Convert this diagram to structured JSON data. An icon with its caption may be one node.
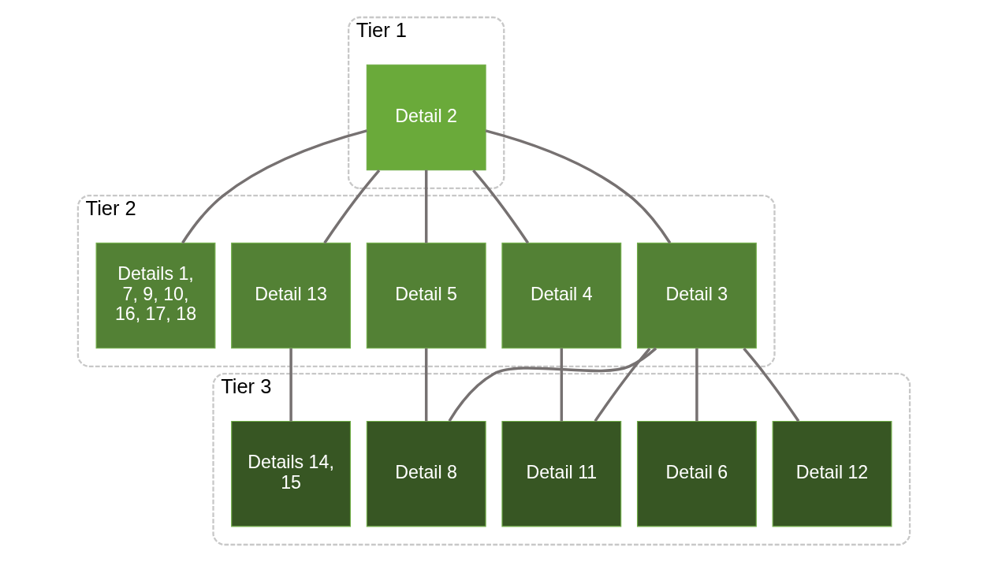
{
  "diagram": {
    "nodes": [
      {
        "text": [
          "Tier 1"
        ]
      },
      {
        "text": [
          "Detail 2"
        ],
        "in": 0
      },
      {
        "text": [
          "Tier 2"
        ]
      },
      {
        "text": [
          "Detail 3"
        ],
        "in": 2
      },
      {
        "text": [
          "Detail 4"
        ],
        "in": 2
      },
      {
        "text": [
          "Detail 5"
        ],
        "in": 2
      },
      {
        "text": [
          "Detail 13"
        ],
        "in": 2
      },
      {
        "text": [
          "Details 1, 7, 9, 10, 16, 17, 18"
        ],
        "in": 2
      },
      {
        "text": [
          "Tier 3"
        ]
      },
      {
        "text": [
          "Detail 6"
        ],
        "in": 8
      },
      {
        "text": [
          "Detail 8"
        ],
        "in": 8
      },
      {
        "text": [
          "Detail 11"
        ],
        "in": 8
      },
      {
        "text": [
          "Detail 12"
        ],
        "in": 8
      },
      {
        "text": [
          "Details 14, 15"
        ],
        "in": 8
      }
    ],
    "edges": [
      {
        "from": 1,
        "to": 3,
        "arrow": "none"
      },
      {
        "from": 1,
        "to": 4,
        "arrow": "none"
      },
      {
        "from": 1,
        "to": 5,
        "arrow": "none"
      },
      {
        "from": 1,
        "to": 6,
        "arrow": "none"
      },
      {
        "from": 1,
        "to": 7,
        "arrow": "none"
      },
      {
        "from": 3,
        "to": 9,
        "arrow": "none"
      },
      {
        "from": 3,
        "to": 10,
        "arrow": "none"
      },
      {
        "from": 3,
        "to": 11,
        "arrow": "none"
      },
      {
        "from": 3,
        "to": 12,
        "arrow": "none"
      },
      {
        "from": 4,
        "to": 11,
        "arrow": "none"
      },
      {
        "from": 5,
        "to": 10,
        "arrow": "none"
      },
      {
        "from": 6,
        "to": 13,
        "arrow": "none"
      }
    ]
  }
}
